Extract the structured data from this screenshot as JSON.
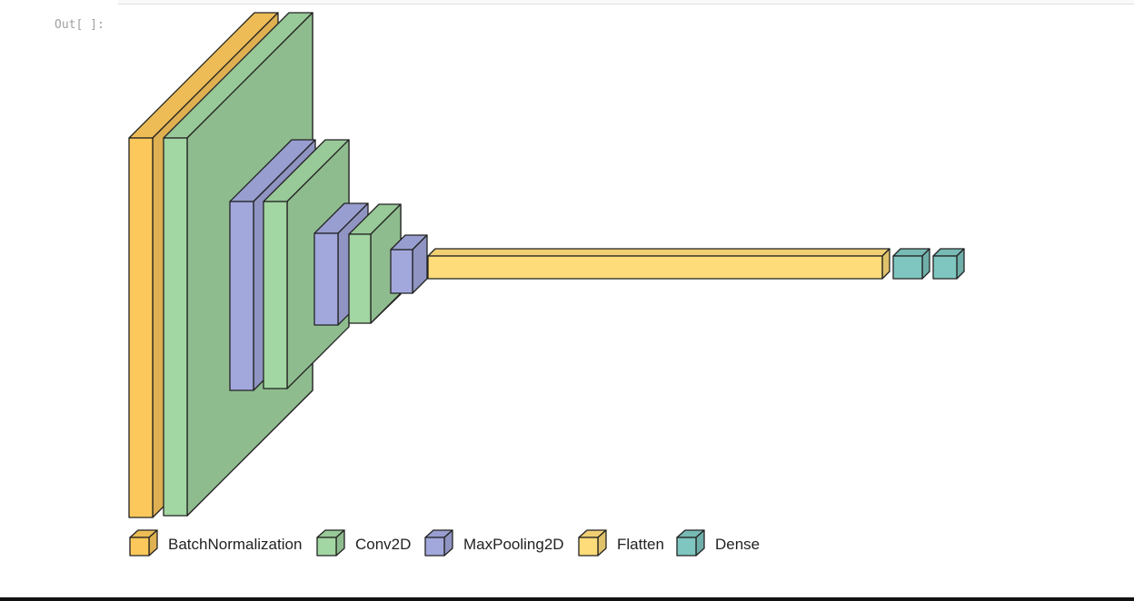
{
  "cell": {
    "output_prompt": "Out[ ]:"
  },
  "colors": {
    "BatchNormalization": "#fcc85c",
    "Conv2D": "#a2d6a2",
    "Conv2D_side": "#92c08e",
    "MaxPooling2D": "#a2a8dc",
    "Flatten": "#ffdc7a",
    "Dense": "#7fc6c0",
    "stroke": "#222222"
  },
  "legend": [
    {
      "label": "BatchNormalization",
      "color_key": "BatchNormalization"
    },
    {
      "label": "Conv2D",
      "color_key": "Conv2D"
    },
    {
      "label": "MaxPooling2D",
      "color_key": "MaxPooling2D"
    },
    {
      "label": "Flatten",
      "color_key": "Flatten"
    },
    {
      "label": "Dense",
      "color_key": "Dense"
    }
  ],
  "layers": [
    {
      "type": "BatchNormalization"
    },
    {
      "type": "Conv2D"
    },
    {
      "type": "MaxPooling2D"
    },
    {
      "type": "Conv2D"
    },
    {
      "type": "MaxPooling2D"
    },
    {
      "type": "Conv2D"
    },
    {
      "type": "MaxPooling2D"
    },
    {
      "type": "Flatten"
    },
    {
      "type": "Dense"
    },
    {
      "type": "Dense"
    }
  ]
}
